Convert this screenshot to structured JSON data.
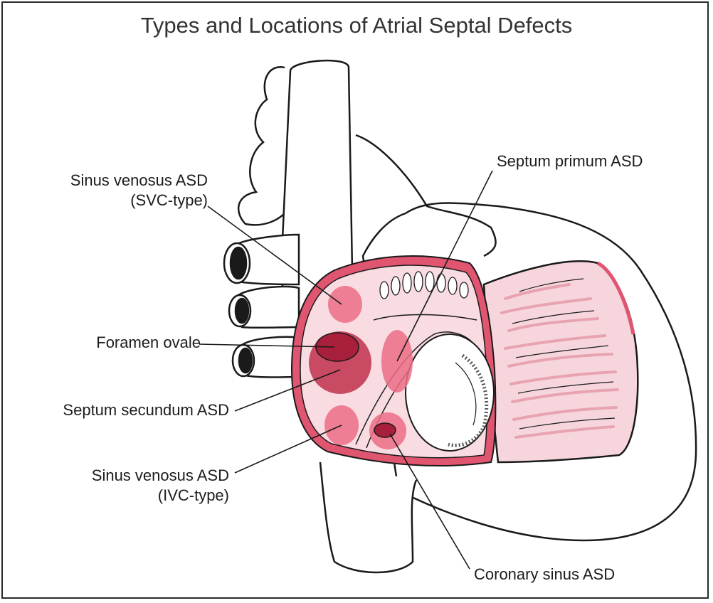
{
  "title": "Types and Locations of Atrial Septal Defects",
  "labels": {
    "sinus_venosus_svc": {
      "line1": "Sinus venosus ASD",
      "line2": "(SVC-type)"
    },
    "foramen_ovale": "Foramen ovale",
    "septum_secundum": "Septum secundum ASD",
    "sinus_venosus_ivc": {
      "line1": "Sinus venosus ASD",
      "line2": "(IVC-type)"
    },
    "septum_primum": "Septum primum ASD",
    "coronary_sinus": "Coronary sinus ASD"
  },
  "colors": {
    "outline": "#1a1a1a",
    "atrium_rim": "#e05570",
    "atrium_fill": "#f9dce1",
    "defect_light": "#ec6d86",
    "defect_dark": "#c0304c",
    "ventricle_fill": "#f6d6dc",
    "ventricle_stripes": "#e8a3b0"
  }
}
